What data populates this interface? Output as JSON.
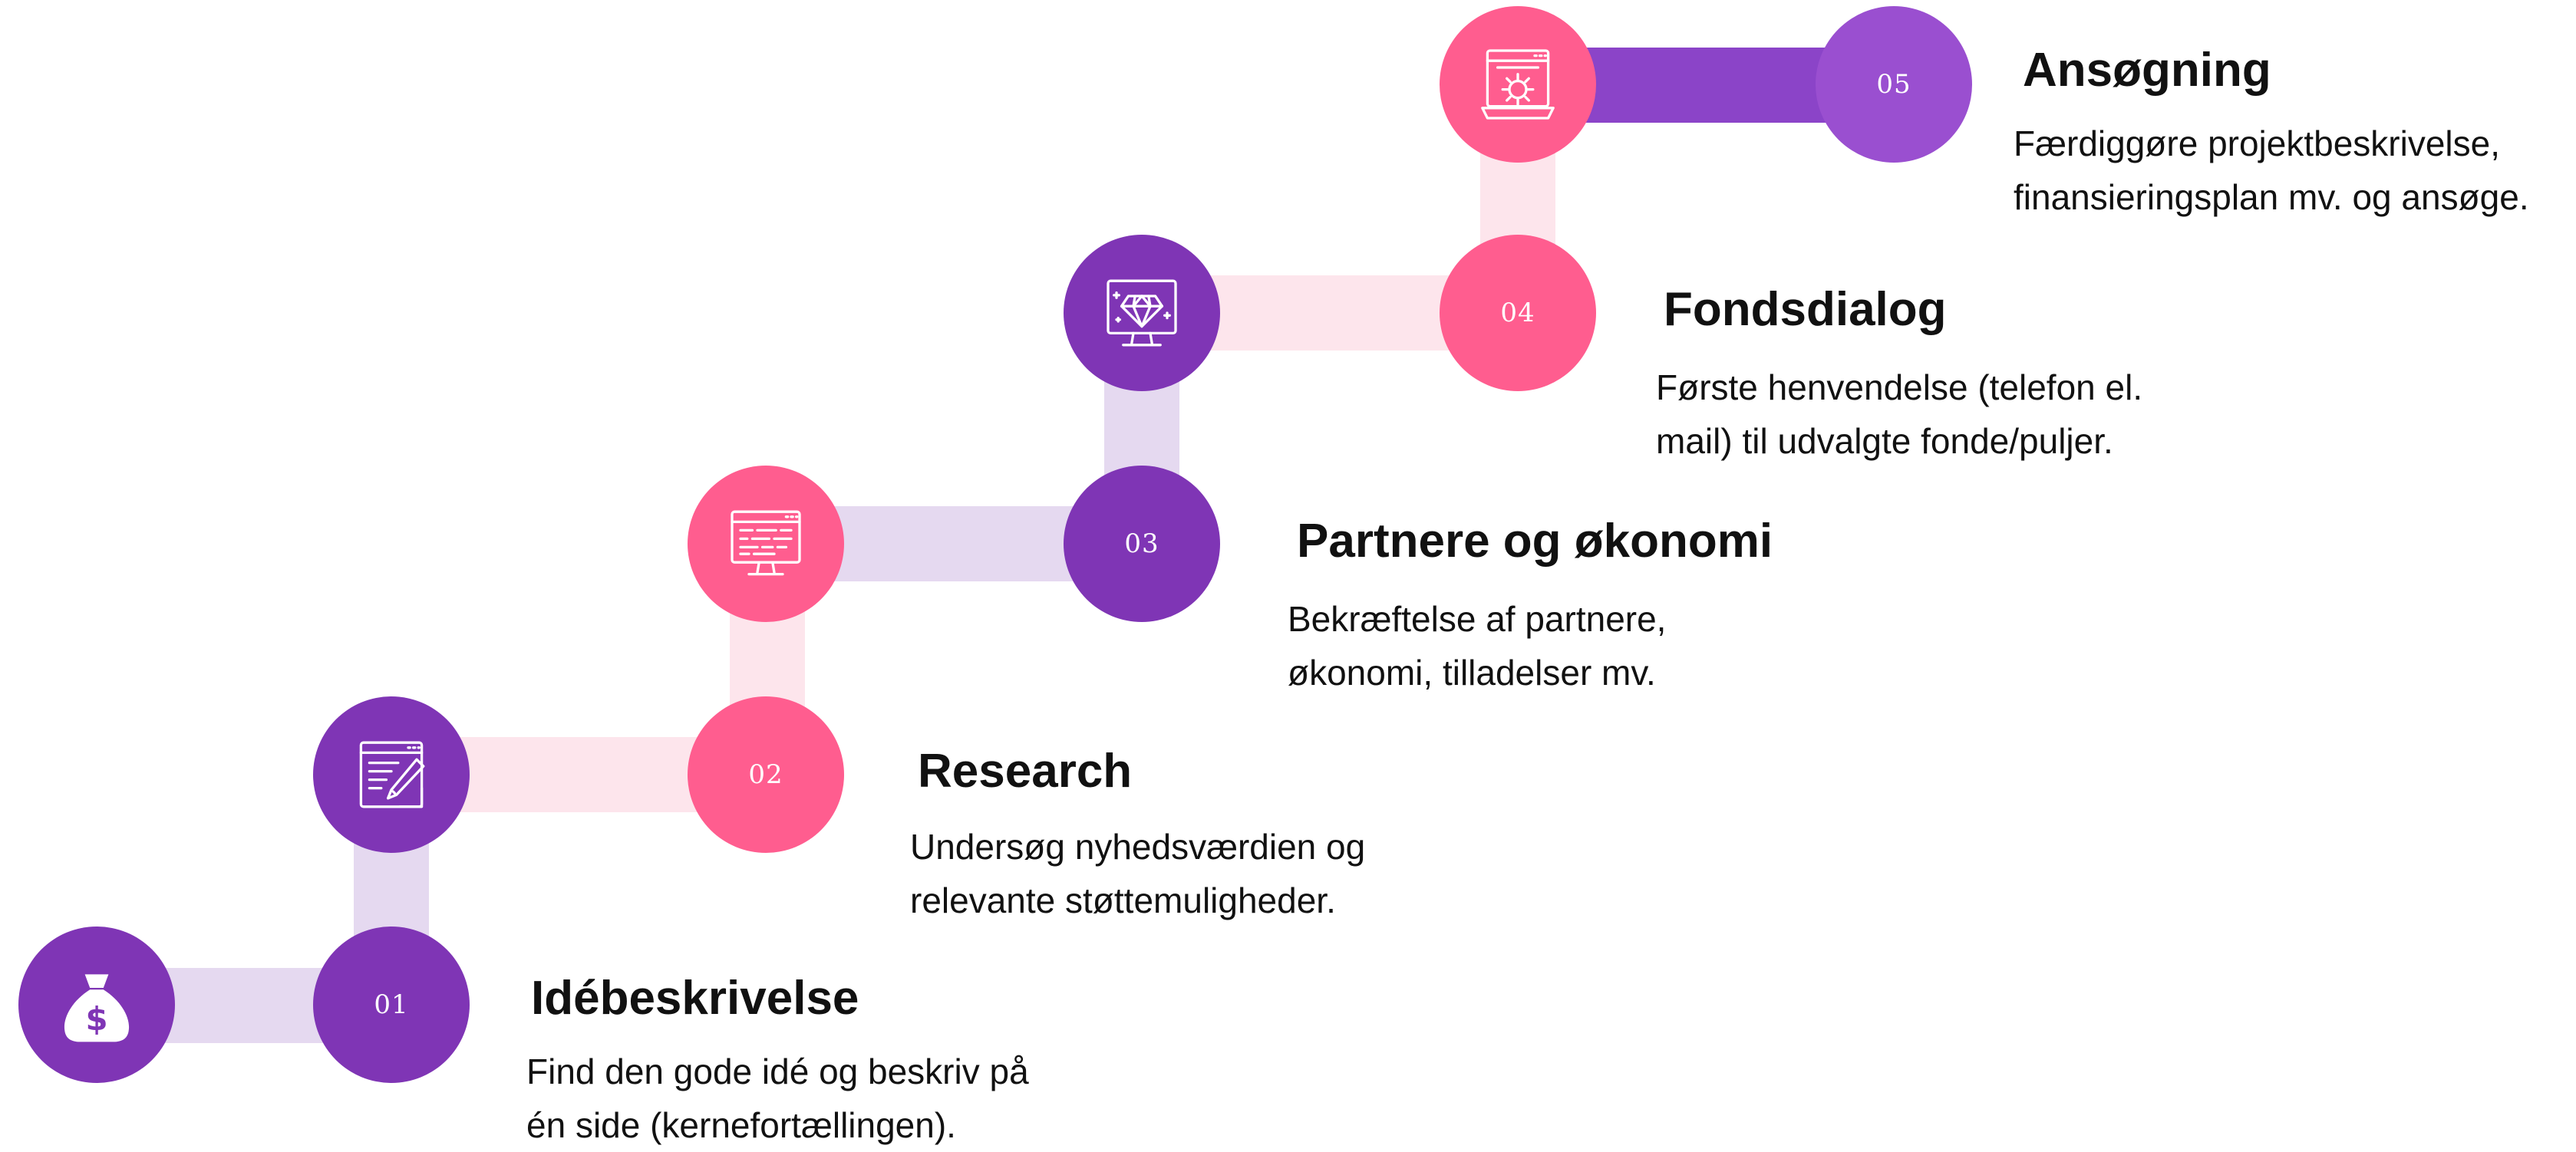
{
  "colors": {
    "pink": "#FF5D8F",
    "purple": "#7F35B5",
    "violet": "#9A4FD0",
    "light_lavender": "#E5D9F0",
    "light_pink": "#FDE5EC",
    "dark_purple_bar": "#8B44C8"
  },
  "steps": [
    {
      "number": "01",
      "title": "Idébeskrivelse",
      "desc_line1": "Find den gode idé og beskriv på",
      "desc_line2": "én side (kernefortællingen).",
      "icon": "money-bag-icon"
    },
    {
      "number": "02",
      "title": "Research",
      "desc_line1": "Undersøg nyhedsværdien og",
      "desc_line2": "relevante støttemuligheder.",
      "icon": "pencil-notepad-icon"
    },
    {
      "number": "03",
      "title": "Partnere og økonomi",
      "desc_line1": "Bekræftelse af partnere,",
      "desc_line2": "økonomi, tilladelser mv.",
      "icon": "monitor-code-icon"
    },
    {
      "number": "04",
      "title": "Fondsdialog",
      "desc_line1": "Første henvendelse (telefon el.",
      "desc_line2": "mail) til udvalgte fonde/puljer.",
      "icon": "diamond-monitor-icon"
    },
    {
      "number": "05",
      "title": "Ansøgning",
      "desc_line1": "Færdiggøre projektbeskrivelse,",
      "desc_line2": "finansieringsplan mv. og ansøge.",
      "icon": "gear-window-icon"
    }
  ]
}
